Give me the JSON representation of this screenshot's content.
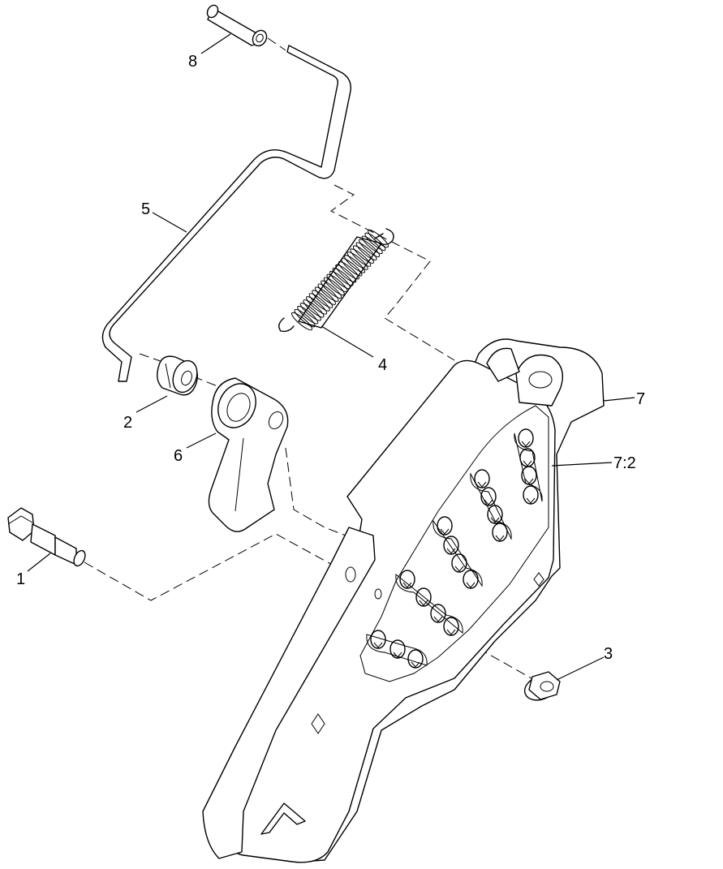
{
  "callouts": {
    "part_1": "1",
    "part_2": "2",
    "part_3": "3",
    "part_4": "4",
    "part_5": "5",
    "part_6": "6",
    "part_7": "7",
    "part_7_2": "7:2",
    "part_8": "8"
  }
}
